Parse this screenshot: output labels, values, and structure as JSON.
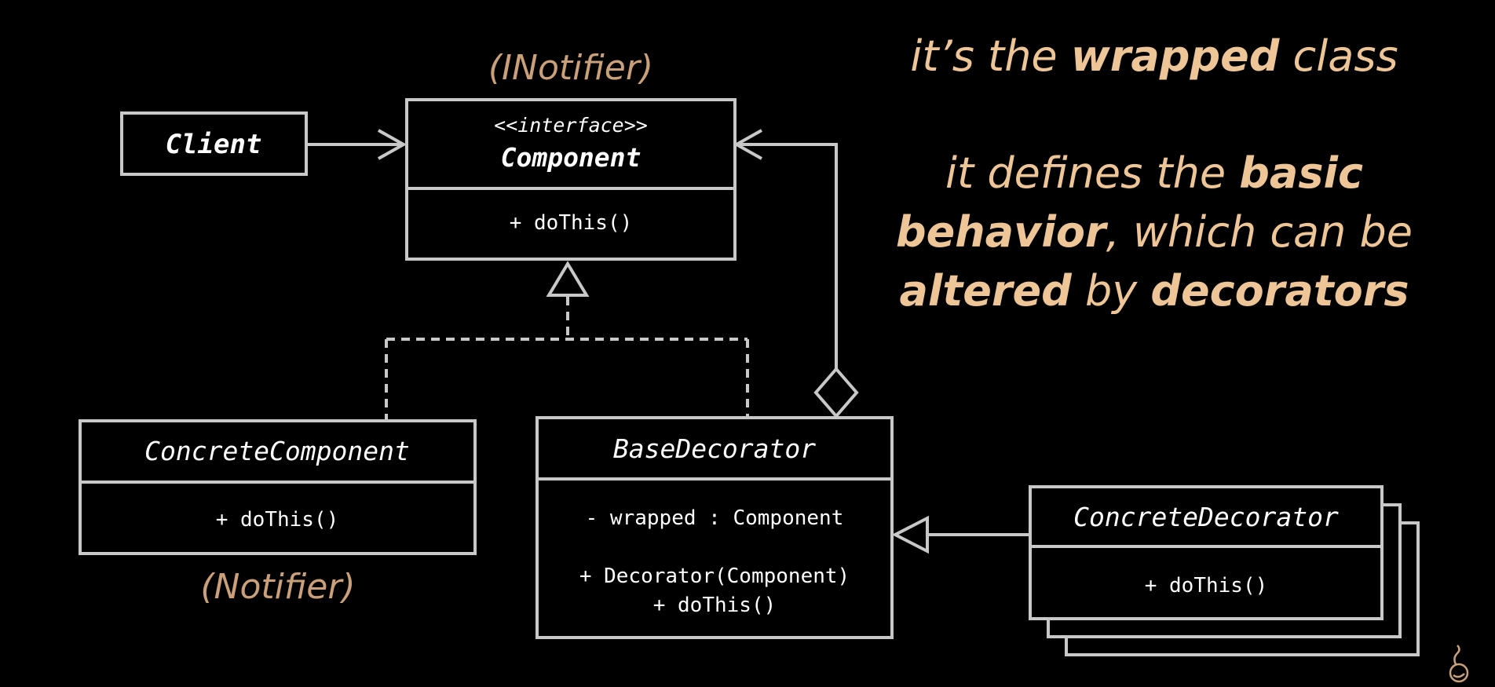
{
  "annotations": {
    "interface_alias": "(INotifier)",
    "concrete_alias": "(Notifier)"
  },
  "classes": {
    "client": {
      "name": "Client"
    },
    "component": {
      "stereotype": "<<interface>>",
      "name": "Component",
      "method": "+ doThis()"
    },
    "concrete_component": {
      "name": "ConcreteComponent",
      "method": "+ doThis()"
    },
    "base_decorator": {
      "name": "BaseDecorator",
      "field": "- wrapped : Component",
      "constructor": "+ Decorator(Component)",
      "method": "+ doThis()"
    },
    "concrete_decorator": {
      "name": "ConcreteDecorator",
      "method": "+ doThis()"
    }
  },
  "explanation": {
    "line1": {
      "pre": "it’s the ",
      "bold": "wrapped",
      "post": " class"
    },
    "line2": {
      "pre": "it defines the ",
      "bold": "basic"
    },
    "line3": {
      "bold": "behavior",
      "post": ", which can be"
    },
    "line4": {
      "bold1": "altered",
      "mid": " by ",
      "bold2": "decorators"
    }
  },
  "colors": {
    "background": "#000000",
    "lines": "#c8c8c8",
    "annotation": "#c9a07a",
    "highlight": "#edc596"
  },
  "icons": [
    "logo-icon"
  ]
}
